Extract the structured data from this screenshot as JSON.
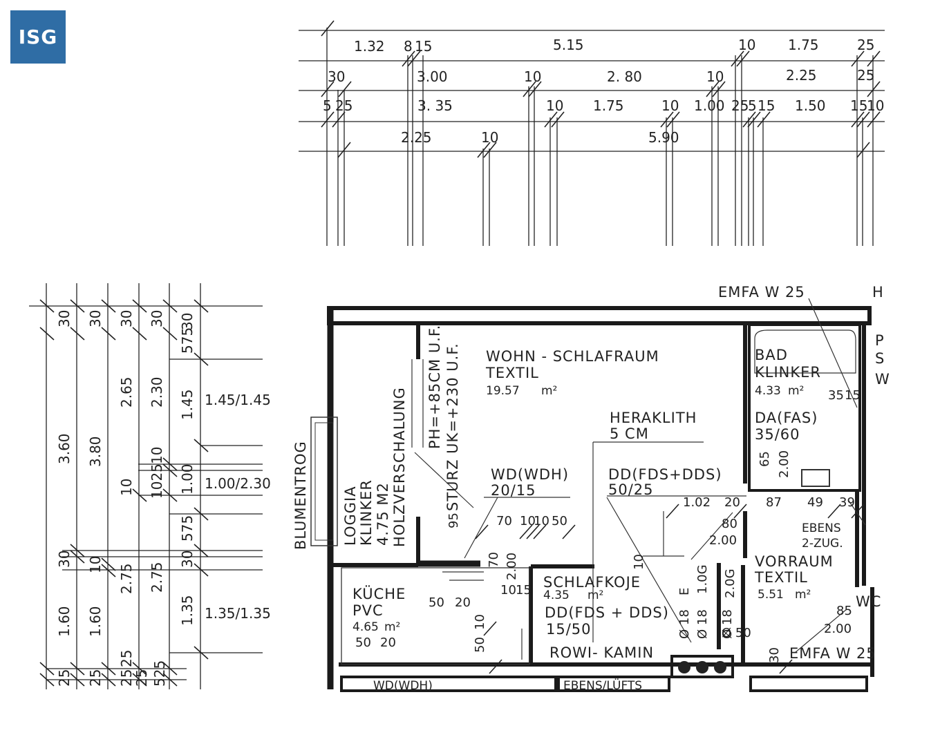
{
  "logo": {
    "text": "ISG",
    "color": "#2f6da5"
  },
  "top_dims": [
    {
      "id": "t1",
      "text": "1.32"
    },
    {
      "id": "t2",
      "text": "8"
    },
    {
      "id": "t3",
      "text": "15"
    },
    {
      "id": "t4",
      "text": "5.15"
    },
    {
      "id": "t5",
      "text": "10"
    },
    {
      "id": "t6",
      "text": "1.75"
    },
    {
      "id": "t7",
      "text": "25"
    },
    {
      "id": "t8",
      "text": "30"
    },
    {
      "id": "t9",
      "text": "3.00"
    },
    {
      "id": "t10",
      "text": "10"
    },
    {
      "id": "t11",
      "text": "2. 80"
    },
    {
      "id": "t12",
      "text": "10"
    },
    {
      "id": "t13",
      "text": "2.25"
    },
    {
      "id": "t14",
      "text": "25"
    },
    {
      "id": "t15",
      "text": "5"
    },
    {
      "id": "t16",
      "text": "25"
    },
    {
      "id": "t17",
      "text": "3. 35"
    },
    {
      "id": "t18",
      "text": "10"
    },
    {
      "id": "t19",
      "text": "1.75"
    },
    {
      "id": "t20",
      "text": "10"
    },
    {
      "id": "t21",
      "text": "1.00"
    },
    {
      "id": "t22",
      "text": "25"
    },
    {
      "id": "t23",
      "text": "5"
    },
    {
      "id": "t24",
      "text": "15"
    },
    {
      "id": "t25",
      "text": "1.50"
    },
    {
      "id": "t26",
      "text": "15"
    },
    {
      "id": "t27",
      "text": "10"
    },
    {
      "id": "t28",
      "text": "2.25"
    },
    {
      "id": "t29",
      "text": "10"
    },
    {
      "id": "t30",
      "text": "5.90"
    }
  ],
  "left_dims": [
    {
      "id": "l1",
      "text": "30"
    },
    {
      "id": "l2",
      "text": "30"
    },
    {
      "id": "l3",
      "text": "30"
    },
    {
      "id": "l4",
      "text": "30"
    },
    {
      "id": "l5",
      "text": "30"
    },
    {
      "id": "l6",
      "text": "575"
    },
    {
      "id": "l7",
      "text": "3.60"
    },
    {
      "id": "l8",
      "text": "3.80"
    },
    {
      "id": "l9",
      "text": "2.65"
    },
    {
      "id": "l10",
      "text": "2.30"
    },
    {
      "id": "l11",
      "text": "1.45"
    },
    {
      "id": "l12",
      "text": "10"
    },
    {
      "id": "l13",
      "text": "1025"
    },
    {
      "id": "l14",
      "text": "10"
    },
    {
      "id": "l15",
      "text": "1.00"
    },
    {
      "id": "l16",
      "text": "575"
    },
    {
      "id": "l17",
      "text": "30"
    },
    {
      "id": "l18",
      "text": "10"
    },
    {
      "id": "l19",
      "text": "2.75"
    },
    {
      "id": "l20",
      "text": "2.75"
    },
    {
      "id": "l21",
      "text": "30"
    },
    {
      "id": "l22",
      "text": "1.60"
    },
    {
      "id": "l23",
      "text": "1.60"
    },
    {
      "id": "l24",
      "text": "1.35"
    },
    {
      "id": "l25",
      "text": "25"
    },
    {
      "id": "l26",
      "text": "25"
    },
    {
      "id": "l27",
      "text": "25"
    },
    {
      "id": "l28",
      "text": "25"
    },
    {
      "id": "l29",
      "text": "25"
    },
    {
      "id": "l30",
      "text": "525"
    }
  ],
  "window_sizes": [
    {
      "id": "w1",
      "text": "1.45/1.45"
    },
    {
      "id": "w2",
      "text": "1.00/2.30"
    },
    {
      "id": "w3",
      "text": "1.35/1.35"
    }
  ],
  "rooms": {
    "wohn": {
      "name": "WOHN - SCHLAFRAUM",
      "floor": "TEXTIL",
      "area": "19.57",
      "unit": "m²"
    },
    "bad": {
      "name": "BAD",
      "floor": "KLINKER",
      "area": "4.33",
      "unit": "m²"
    },
    "loggia": {
      "name": "LOGGIA",
      "floor": "KLINKER",
      "area": "4.75 M2"
    },
    "kueche": {
      "name": "KÜCHE",
      "floor": "PVC",
      "area": "4.65",
      "unit": "m²"
    },
    "schlafkoje": {
      "name": "SCHLAFKOJE",
      "area": "4.35",
      "unit": "m²",
      "ceiling": "DD(FDS + DDS)",
      "ceiling_dim": "15/50"
    },
    "vorraum": {
      "name": "VORRAUM",
      "floor": "TEXTIL",
      "area": "5.51",
      "unit": "m²"
    }
  },
  "annotations": {
    "emfa_top": "EMFA W 25",
    "emfa_bottom": "EMFA W 25",
    "blumentrog": "BLUMENTROG",
    "holzverschalung": "HOLZVERSCHALUNG",
    "ph": "PH=+85CM U.F.",
    "sturz": "STURZ UK=+230 U.F.",
    "heraklith": "HERAKLITH",
    "heraklith_dim": "5 CM",
    "wd": "WD(WDH)",
    "wd_dim": "20/15",
    "dd": "DD(FDS+DDS)",
    "dd_dim": "50/25",
    "da": "DA(FAS)",
    "da_dim": "35/60",
    "ebens": "EBENS",
    "ebens_2": "2-ZUG.",
    "rowi": "ROWI- KAMIN",
    "wd_bottom": "WD(WDH)",
    "ebens_bottom": "EBENS/LÜFTS"
  },
  "plan_dims": [
    {
      "id": "p1",
      "text": "95"
    },
    {
      "id": "p2",
      "text": "70"
    },
    {
      "id": "p3",
      "text": "10"
    },
    {
      "id": "p4",
      "text": "10"
    },
    {
      "id": "p5",
      "text": "50"
    },
    {
      "id": "p6",
      "text": "1.02"
    },
    {
      "id": "p7",
      "text": "20"
    },
    {
      "id": "p8",
      "text": "80"
    },
    {
      "id": "p9",
      "text": "2.00"
    },
    {
      "id": "p10",
      "text": "87"
    },
    {
      "id": "p11",
      "text": "49"
    },
    {
      "id": "p12",
      "text": "39"
    },
    {
      "id": "p13",
      "text": "65"
    },
    {
      "id": "p14",
      "text": "2.00"
    },
    {
      "id": "p15",
      "text": "35"
    },
    {
      "id": "p16",
      "text": "15"
    },
    {
      "id": "p17",
      "text": "50"
    },
    {
      "id": "p18",
      "text": "20"
    },
    {
      "id": "p19",
      "text": "70"
    },
    {
      "id": "p20",
      "text": "2.00"
    },
    {
      "id": "p21",
      "text": "10"
    },
    {
      "id": "p22",
      "text": "15"
    },
    {
      "id": "p23",
      "text": "50"
    },
    {
      "id": "p24",
      "text": "20"
    },
    {
      "id": "p25",
      "text": "50"
    },
    {
      "id": "p26",
      "text": "10"
    },
    {
      "id": "p27",
      "text": "10"
    },
    {
      "id": "p28",
      "text": "1.0G"
    },
    {
      "id": "p29",
      "text": "2.0G"
    },
    {
      "id": "p30",
      "text": "E"
    },
    {
      "id": "p31",
      "text": "Ø 18"
    },
    {
      "id": "p32",
      "text": "Ø 18"
    },
    {
      "id": "p33",
      "text": "Ø 18"
    },
    {
      "id": "p34",
      "text": "Ø 50"
    },
    {
      "id": "p35",
      "text": "85"
    },
    {
      "id": "p36",
      "text": "2.00"
    },
    {
      "id": "p37",
      "text": "30"
    }
  ],
  "right_edge": [
    {
      "id": "r1",
      "text": "H"
    },
    {
      "id": "r2",
      "text": "P"
    },
    {
      "id": "r3",
      "text": "S"
    },
    {
      "id": "r4",
      "text": "W"
    },
    {
      "id": "r5",
      "text": "WC"
    }
  ]
}
